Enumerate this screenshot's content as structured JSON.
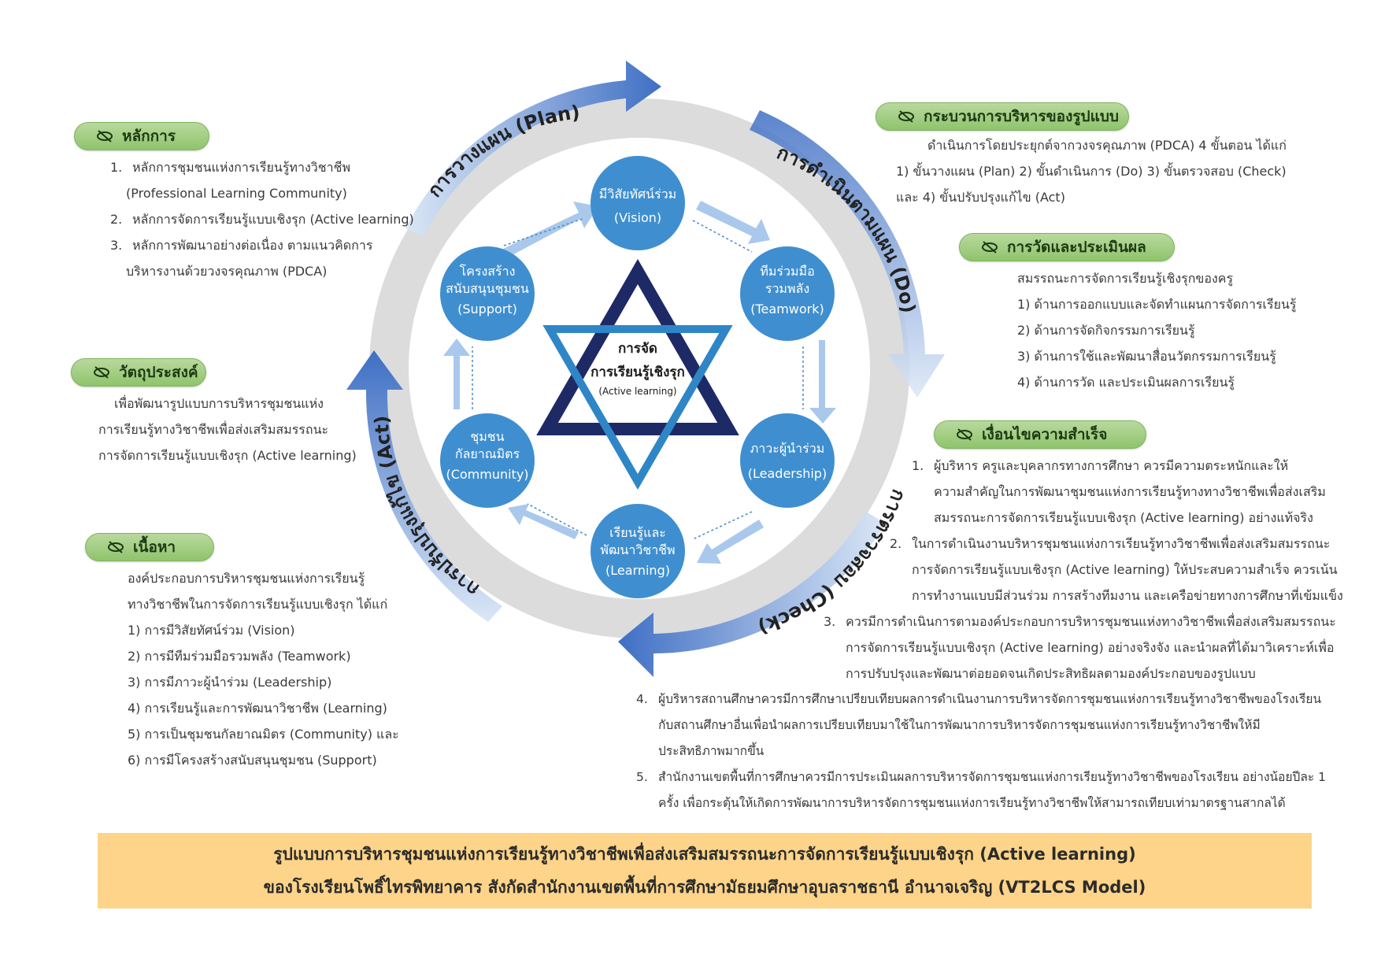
{
  "principles": {
    "title": "หลักการ",
    "items": [
      {
        "num": "1.",
        "text": "หลักการชุมชนแห่งการเรียนรู้ทางวิชาชีพ",
        "cont": "(Professional Learning Community)"
      },
      {
        "num": "2.",
        "text": "หลักการจัดการเรียนรู้แบบเชิงรุก (Active learning)"
      },
      {
        "num": "3.",
        "text": "หลักการพัฒนาอย่างต่อเนื่อง ตามแนวคิดการ",
        "cont": "บริหารงานด้วยวงจรคุณภาพ (PDCA)"
      }
    ]
  },
  "objective": {
    "title": "วัตถุประสงค์",
    "lines": [
      "เพื่อพัฒนารูปแบบการบริหารชุมชนแห่ง",
      "การเรียนรู้ทางวิชาชีพเพื่อส่งเสริมสมรรถนะ",
      "การจัดการเรียนรู้แบบเชิงรุก (Active learning)"
    ]
  },
  "content": {
    "title": "เนื้อหา",
    "lines": [
      "องค์ประกอบการบริหารชุมชนแห่งการเรียนรู้",
      "ทางวิชาชีพในการจัดการเรียนรู้แบบเชิงรุก ได้แก่"
    ],
    "items": [
      "1) การมีวิสัยทัศน์ร่วม (Vision)",
      "2) การมีทีมร่วมมือรวมพลัง (Teamwork)",
      "3) การมีภาวะผู้นำร่วม (Leadership)",
      "4) การเรียนรู้และการพัฒนาวิชาชีพ (Learning)",
      "5) การเป็นชุมชนกัลยาณมิตร (Community) และ",
      "6) การมีโครงสร้างสนับสนุนชุมชน (Support)"
    ]
  },
  "process": {
    "title": "กระบวนการบริหารของรูปแบบ",
    "lines": [
      "ดำเนินการโดยประยุกต์จากวงจรคุณภาพ (PDCA)  4 ขั้นตอน ได้แก่",
      "1) ขั้นวางแผน (Plan) 2) ขั้นดำเนินการ (Do) 3) ขั้นตรวจสอบ (Check)",
      "และ 4) ขั้นปรับปรุงแก้ไข (Act)"
    ]
  },
  "evaluation": {
    "title": "การวัดและประเมินผล",
    "intro": "สมรรถนะการจัดการเรียนรู้เชิงรุกของครู",
    "items": [
      "1) ด้านการออกแบบและจัดทำแผนการจัดการเรียนรู้",
      "2) ด้านการจัดกิจกรรมการเรียนรู้",
      "3) ด้านการใช้และพัฒนาสื่อนวัตกรรมการเรียนรู้",
      "4) ด้านการวัด และประเมินผลการเรียนรู้"
    ]
  },
  "success": {
    "title": "เงื่อนไขความสำเร็จ",
    "items": [
      {
        "num": "1.",
        "lines": [
          "ผู้บริหาร ครูและบุคลากรทางการศึกษา ควรมีความตระหนักและให้",
          "ความสำคัญในการพัฒนาชุมชนแห่งการเรียนรู้ทางทางวิชาชีพเพื่อส่งเสริม",
          "สมรรถนะการจัดการเรียนรู้แบบเชิงรุก (Active learning) อย่างแท้จริง"
        ]
      },
      {
        "num": "2.",
        "lines": [
          "ในการดำเนินงานบริหารชุมชนแห่งการเรียนรู้ทางวิชาชีพเพื่อส่งเสริมสมรรถนะ",
          "การจัดการเรียนรู้แบบเชิงรุก (Active learning) ให้ประสบความสำเร็จ ควรเน้น",
          "การทำงานแบบมีส่วนร่วม การสร้างทีมงาน และเครือข่ายทางการศึกษาที่เข้มแข็ง"
        ]
      },
      {
        "num": "3.",
        "lines": [
          "ควรมีการดำเนินการตามองค์ประกอบการบริหารชุมชนแห่งทางวิชาชีพเพื่อส่งเสริมสมรรถนะ",
          "การจัดการเรียนรู้แบบเชิงรุก (Active learning) อย่างจริงจัง และนำผลที่ได้มาวิเคราะห์เพื่อ",
          "การปรับปรุงและพัฒนาต่อยอดจนเกิดประสิทธิผลตามองค์ประกอบของรูปแบบ"
        ]
      },
      {
        "num": "4.",
        "lines": [
          "ผู้บริหารสถานศึกษาควรมีการศึกษาเปรียบเทียบผลการดำเนินงานการบริหารจัดการชุมชนแห่งการเรียนรู้ทางวิชาชีพของโรงเรียน",
          "กับสถานศึกษาอื่นเพื่อนำผลการเปรียบเทียบมาใช้ในการพัฒนาการบริหารจัดการชุมชนแห่งการเรียนรู้ทางวิชาชีพให้มี",
          "ประสิทธิภาพมากขึ้น"
        ]
      },
      {
        "num": "5.",
        "lines": [
          "สำนักงานเขตพื้นที่การศึกษาควรมีการประเมินผลการบริหารจัดการชุมชนแห่งการเรียนรู้ทางวิชาชีพของโรงเรียน อย่างน้อยปีละ 1",
          "ครั้ง เพื่อกระตุ้นให้เกิดการพัฒนาการบริหารจัดการชุมชนแห่งการเรียนรู้ทางวิชาชีพให้สามารถเทียบเท่ามาตรฐานสากลได้"
        ]
      }
    ]
  },
  "cycle": {
    "plan": "การวางแผน (Plan)",
    "do": "การดำเนินตามแผน (Do)",
    "check": "การตรวจสอบ (Check)",
    "act": "การปรับปรุงแก้ไข (Act)"
  },
  "center": {
    "line1": "การจัด",
    "line2": "การเรียนรู้เชิงรุก",
    "line3": "(Active learning)"
  },
  "nodes": {
    "vision": {
      "l1": "มีวิสัยทัศน์ร่วม",
      "l2": "(Vision)"
    },
    "teamwork": {
      "l1": "ทีมร่วมมือ",
      "l2": "รวมพลัง",
      "l3": "(Teamwork)"
    },
    "leadership": {
      "l1": "ภาวะผู้นำร่วม",
      "l2": "(Leadership)"
    },
    "learning": {
      "l1": "เรียนรู้และ",
      "l2": "พัฒนาวิชาชีพ",
      "l3": "(Learning)"
    },
    "community": {
      "l1": "ชุมชน",
      "l2": "กัลยาณมิตร",
      "l3": "(Community)"
    },
    "support": {
      "l1": "โครงสร้าง",
      "l2": "สนับสนุนชุมชน",
      "l3": "(Support)"
    }
  },
  "footer": {
    "line1": "รูปแบบการบริหารชุมชนแห่งการเรียนรู้ทางวิชาชีพเพื่อส่งเสริมสมรรถนะการจัดการเรียนรู้แบบเชิงรุก (Active learning)",
    "line2": "ของโรงเรียนโพธิ์ไทรพิทยาคาร สังกัดสำนักงานเขตพื้นที่การศึกษามัธยมศึกษาอุบลราชธานี อำนาจเจริญ (VT2LCS Model)"
  },
  "colors": {
    "node": "#3f8fd0",
    "ring": "#dcdcdc",
    "pill": "#9fcd7f",
    "footer": "#fdd489",
    "star_dark": "#1e2a66",
    "star_light": "#2f86c6"
  }
}
